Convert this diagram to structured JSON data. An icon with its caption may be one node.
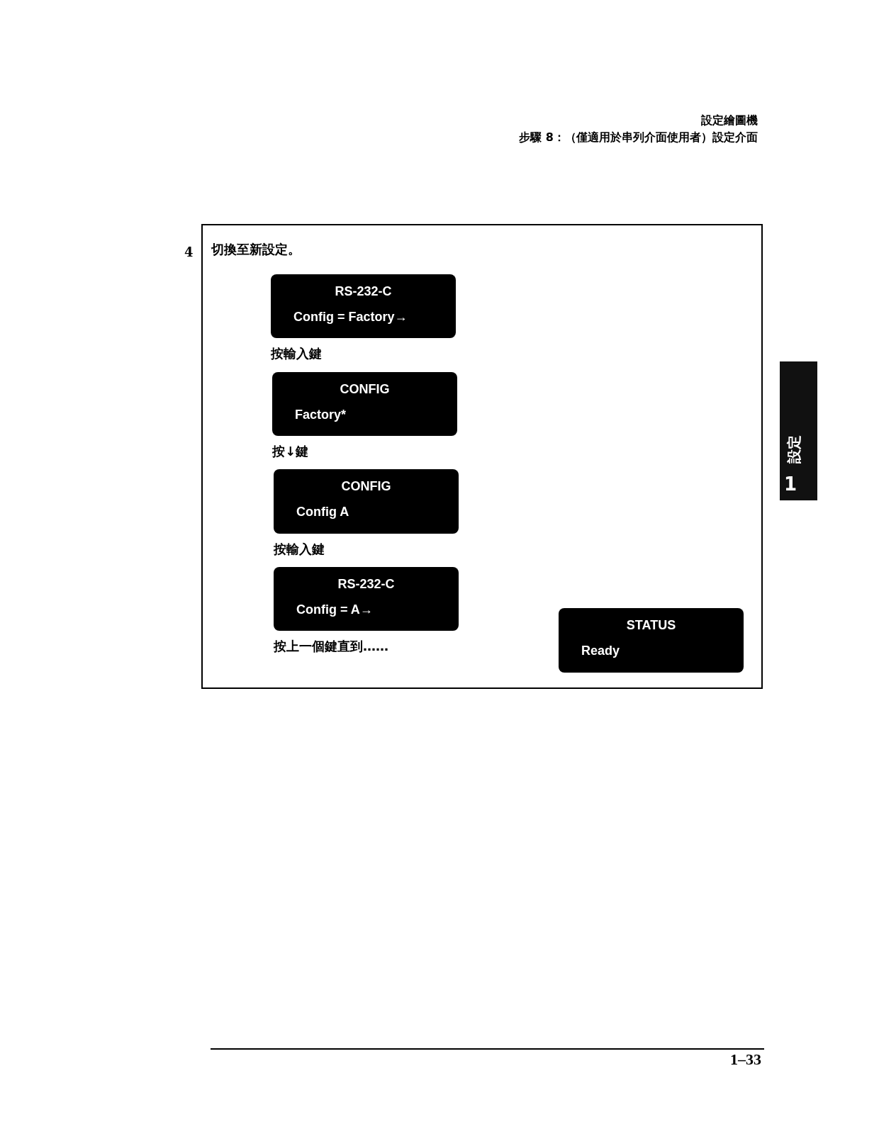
{
  "diagram": {
    "nodes": [
      {
        "text": [
          "切換至新設定。"
        ]
      },
      {
        "text": [
          "RS-232-C",
          "Config = Factory→"
        ],
        "in": 0,
        "beside": [
          "按輸入鍵"
        ]
      },
      {
        "text": [
          "CONFIG",
          "Factory*"
        ],
        "in": 0,
        "beside": [
          "按↓鍵"
        ]
      },
      {
        "text": [
          "CONFIG",
          "Config A"
        ],
        "in": 0,
        "beside": [
          "按輸入鍵"
        ]
      },
      {
        "text": [
          "RS-232-C",
          "Config = A→"
        ],
        "in": 0,
        "beside": [
          "按上一個鍵直到……"
        ]
      },
      {
        "text": [
          "STATUS",
          "Ready"
        ],
        "in": 0
      }
    ],
    "edges": [],
    "labels": [
      "設定繪圖機",
      "步驟 8：（僅適用於串列介面使用者）設定介面",
      "4",
      "1",
      "設定",
      "1–33"
    ]
  }
}
